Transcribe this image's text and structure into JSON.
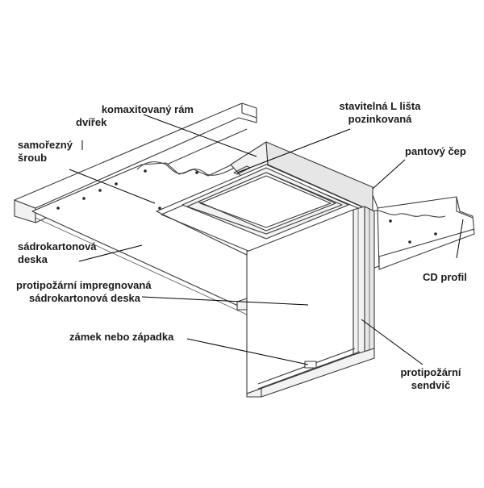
{
  "labels": {
    "frame": {
      "line1": "komaxitovaný rám",
      "line2": "dvířek"
    },
    "lstrip": {
      "line1": "stavitelná L lišta",
      "line2": "pozinkovaná"
    },
    "screw": {
      "line1": "samořezný",
      "line2": "šroub"
    },
    "hinge": {
      "line1": "pantový čep"
    },
    "board": {
      "line1": "sádrokartonová",
      "line2": "deska"
    },
    "cdprofile": {
      "line1": "CD profil"
    },
    "fireboard": {
      "line1": "protipožární impregnovaná",
      "line2": "sádrokartonová deska"
    },
    "lock": {
      "line1": "zámek nebo západka"
    },
    "sandwich": {
      "line1": "protipožární",
      "line2": "sendvič"
    }
  }
}
